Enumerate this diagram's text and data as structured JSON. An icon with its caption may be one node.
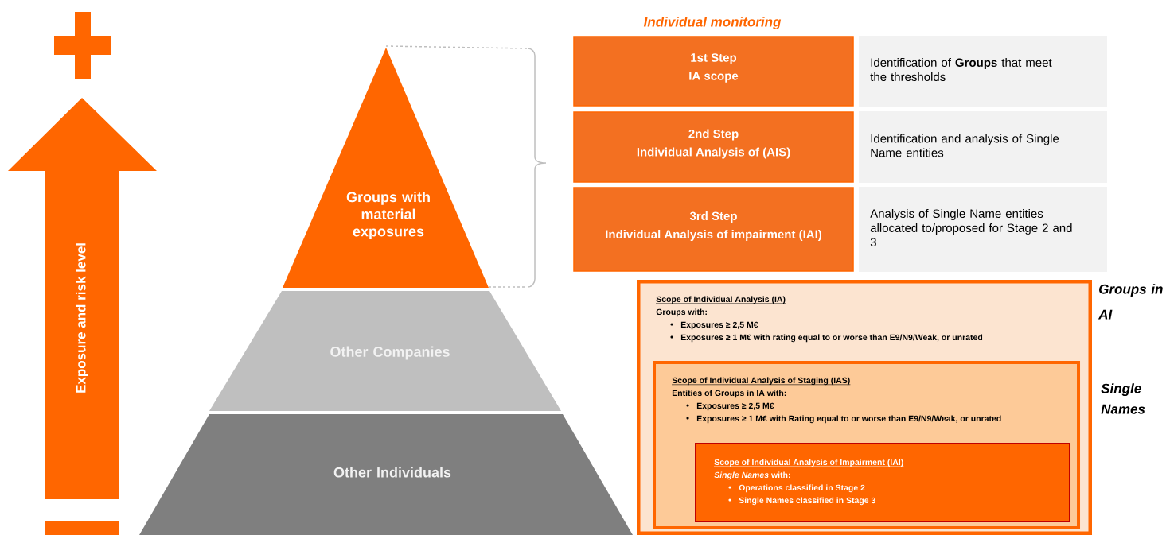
{
  "diagram": {
    "title": "Individual monitoring",
    "nodes": [
      {
        "text": [
          "Exposure and risk level"
        ]
      },
      {
        "text": [
          "Groups with material exposures"
        ]
      },
      {
        "text": [
          "Other Companies"
        ]
      },
      {
        "text": [
          "Other Individuals"
        ]
      },
      {
        "text": [
          "1st Step",
          "IA scope"
        ]
      },
      {
        "text": [
          "Identification of **Groups** that meet the thresholds"
        ]
      },
      {
        "text": [
          "2nd Step",
          "Individual Analysis of (AIS)"
        ]
      },
      {
        "text": [
          "Identification and analysis of Single Name entities"
        ]
      },
      {
        "text": [
          "3rd Step",
          "Individual Analysis of impairment (IAI)"
        ]
      },
      {
        "text": [
          "Analysis of Single Name entities allocated to/proposed for Stage 2 and 3"
        ]
      },
      {
        "text": [
          "Scope of Individual Analysis (IA)",
          "Groups with:",
          "Exposures ≥ 2,5 M€",
          "Exposures ≥ 1 M€ with rating equal to or worse than E9/N9/Weak, or unrated"
        ],
        "beside": [
          "Groups in AI"
        ]
      },
      {
        "text": [
          "Scope of Individual Analysis of Staging (IAS)",
          "Entities of Groups in IA with:",
          "Exposures ≥ 2,5 M€",
          "Exposures ≥ 1 M€ with Rating equal to or worse than E9/N9/Weak, or unrated"
        ],
        "beside": [
          "Single Names"
        ],
        "in": 10
      },
      {
        "text": [
          "Scope of Individual Analysis of Impairment (IAI)",
          "*Single Names* with:",
          "Operations classified in Stage 2",
          "Single Names classified in Stage 3"
        ],
        "in": 11
      }
    ]
  }
}
